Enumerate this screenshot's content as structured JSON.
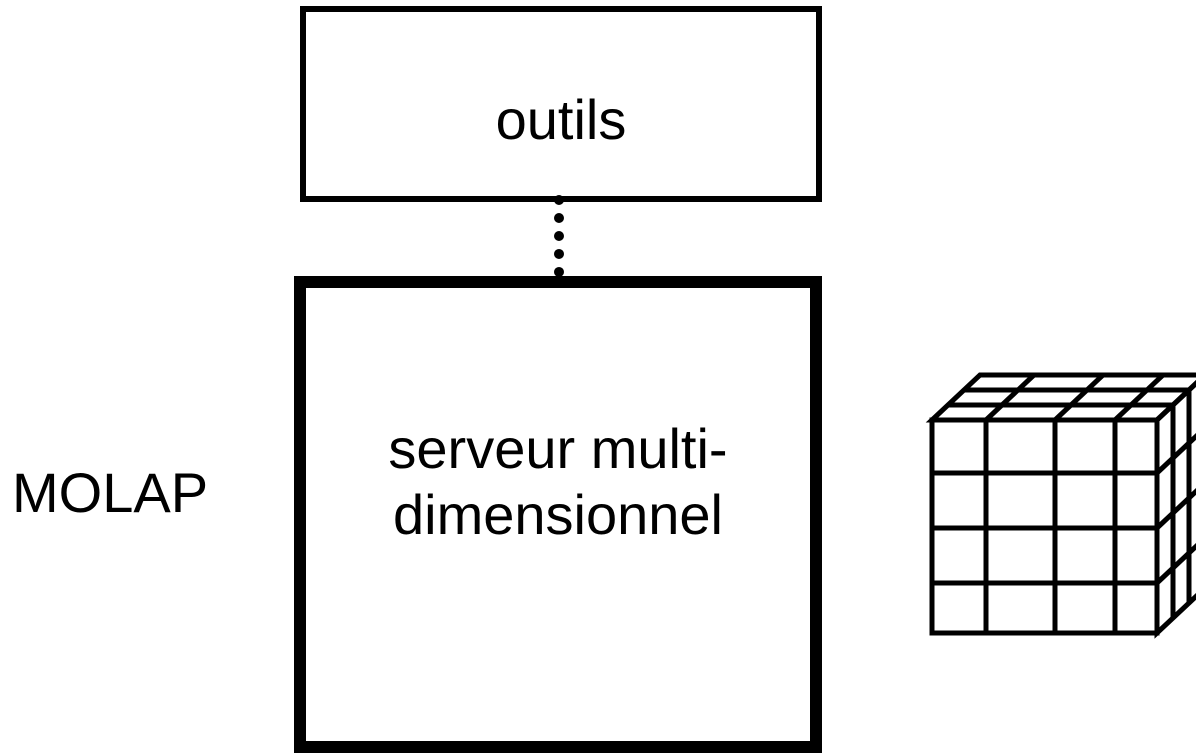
{
  "diagram": {
    "tools_label": "outils",
    "server_label_line1": "serveur multi-",
    "server_label_line2": "dimensionnel",
    "side_label": "MOLAP",
    "cube": {
      "icon": "data-cube-icon",
      "front_columns": 4,
      "front_rows": 4
    },
    "connector_style": "dotted"
  }
}
